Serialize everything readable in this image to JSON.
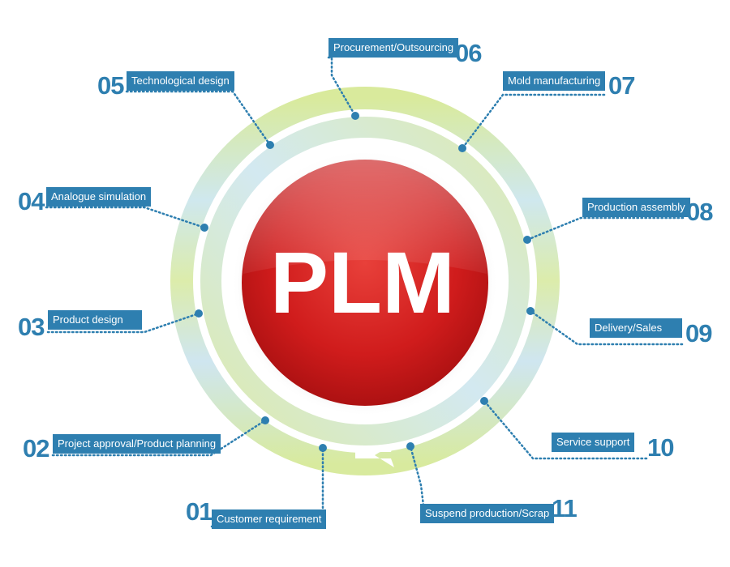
{
  "center_label": "PLM",
  "colors": {
    "accent": "#2e7fb0",
    "ring_green": "#d7e9a0",
    "ring_blue": "#cfe7f1",
    "core_red": "#d21e1e",
    "text_white": "#ffffff"
  },
  "connector_style": "dotted",
  "stages": [
    {
      "num": "01",
      "label": "Customer requirement"
    },
    {
      "num": "02",
      "label": "Project approval/Product planning"
    },
    {
      "num": "03",
      "label": "Product design"
    },
    {
      "num": "04",
      "label": "Analogue simulation"
    },
    {
      "num": "05",
      "label": "Technological design"
    },
    {
      "num": "06",
      "label": "Procurement/Outsourcing"
    },
    {
      "num": "07",
      "label": "Mold manufacturing"
    },
    {
      "num": "08",
      "label": "Production assembly"
    },
    {
      "num": "09",
      "label": "Delivery/Sales"
    },
    {
      "num": "10",
      "label": "Service support"
    },
    {
      "num": "11",
      "label": "Suspend production/Scrap"
    }
  ]
}
